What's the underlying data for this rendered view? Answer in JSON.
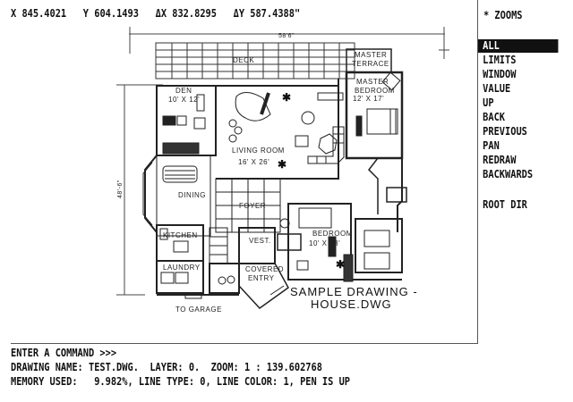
{
  "status_bar": {
    "x_label": "X",
    "x_value": "845.4021",
    "y_label": "Y",
    "y_value": "604.1493",
    "dx_label": "ΔX",
    "dx_value": "832.8295",
    "dy_label": "ΔY",
    "dy_value": "587.4388\""
  },
  "drawing": {
    "dimension_top": "58'6\"",
    "dimension_left": "48'-6\"",
    "rooms": {
      "deck": "DECK",
      "den": "DEN",
      "den_size": "10' X 12'",
      "living_room": "LIVING ROOM",
      "living_size": "16' X 26'",
      "master_terrace_1": "MASTER",
      "master_terrace_2": "TERRACE",
      "master_bedroom_1": "MASTER",
      "master_bedroom_2": "BEDROOM",
      "master_size": "12' X 17'",
      "dining": "DINING",
      "foyer": "FOYER",
      "kitchen": "KITCHEN",
      "vest": "VEST.",
      "bedroom": "BEDROOM",
      "bedroom_size": "10' X 13'",
      "laundry": "LAUNDRY",
      "covered_entry_1": "COVERED",
      "covered_entry_2": "ENTRY",
      "to_garage": "TO GARAGE"
    },
    "title_line_1": "SAMPLE DRAWING -",
    "title_line_2": "HOUSE.DWG"
  },
  "side_menu": {
    "title": "* ZOOMS",
    "items": [
      {
        "label": "ALL",
        "selected": true
      },
      {
        "label": "LIMITS",
        "selected": false
      },
      {
        "label": "WINDOW",
        "selected": false
      },
      {
        "label": "VALUE",
        "selected": false
      },
      {
        "label": "UP",
        "selected": false
      },
      {
        "label": "BACK",
        "selected": false
      },
      {
        "label": "PREVIOUS",
        "selected": false
      },
      {
        "label": "PAN",
        "selected": false
      },
      {
        "label": "REDRAW",
        "selected": false
      },
      {
        "label": "BACKWARDS",
        "selected": false
      }
    ],
    "root_dir": "ROOT DIR"
  },
  "command_area": {
    "prompt": "ENTER A COMMAND >>>",
    "drawing_info": "DRAWING NAME: TEST.DWG.  LAYER: 0.  ZOOM: 1 : 139.602768",
    "memory_info": "MEMORY USED:   9.982%, LINE TYPE: 0, LINE COLOR: 1, PEN IS UP"
  },
  "colors": {
    "background": "#ffffff",
    "foreground": "#111111",
    "selected_bg": "#111111",
    "selected_fg": "#ffffff"
  }
}
